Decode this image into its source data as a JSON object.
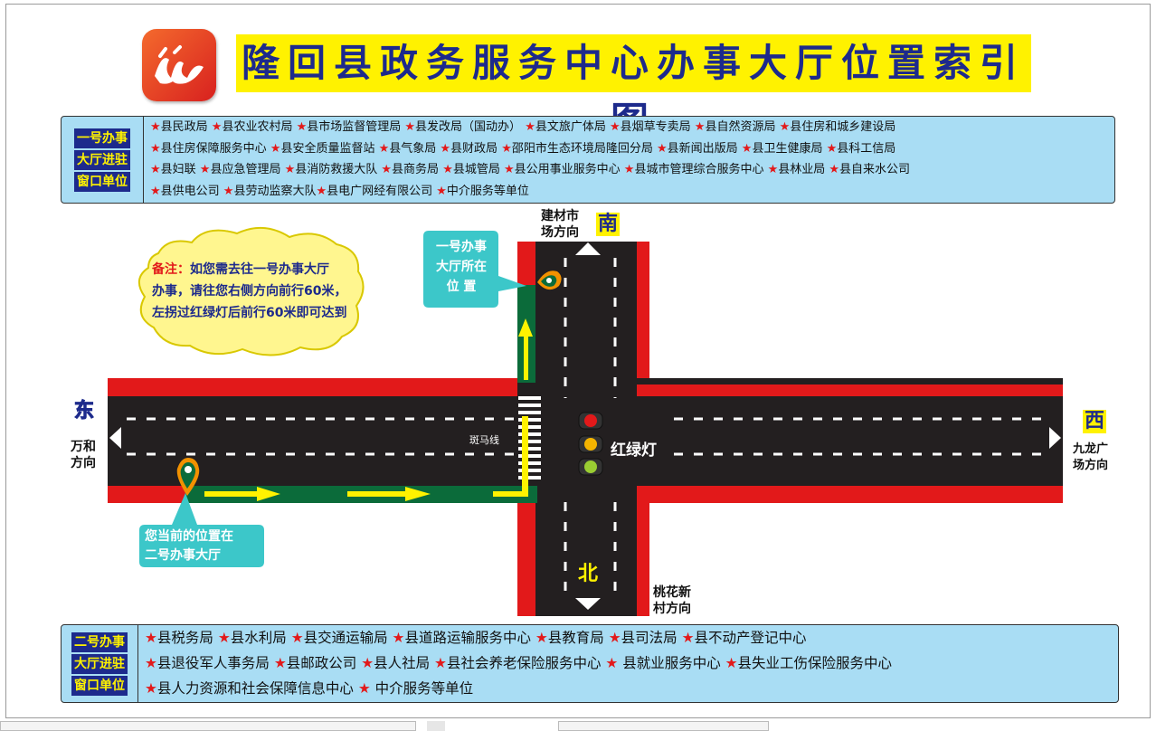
{
  "title": "隆回县政务服务中心办事大厅位置索引图",
  "panel1": {
    "label": [
      "一号办事",
      "大厅进驻",
      "窗口单位"
    ],
    "lines": [
      "★县民政局 ★县农业农村局 ★县市场监督管理局 ★县发改局（国动办） ★县文旅广体局 ★县烟草专卖局 ★县自然资源局 ★县住房和城乡建设局",
      "★县住房保障服务中心 ★县安全质量监督站 ★县气象局 ★县财政局 ★邵阳市生态环境局隆回分局 ★县新闻出版局 ★县卫生健康局 ★县科工信局",
      "★县妇联 ★县应急管理局 ★县消防救援大队 ★县商务局 ★县城管局 ★县公用事业服务中心 ★县城市管理综合服务中心 ★县林业局 ★县自来水公司",
      "★县供电公司 ★县劳动监察大队★县电广网经有限公司 ★中介服务等单位"
    ]
  },
  "panel2": {
    "label": [
      "二号办事",
      "大厅进驻",
      "窗口单位"
    ],
    "lines": [
      "★县税务局 ★县水利局 ★县交通运输局 ★县道路运输服务中心 ★县教育局 ★县司法局 ★县不动产登记中心",
      "★县退役军人事务局 ★县邮政公司 ★县人社局 ★县社会养老保险服务中心 ★ 县就业服务中心 ★县失业工伤保险服务中心",
      "★县人力资源和社会保障信息中心 ★ 中介服务等单位"
    ]
  },
  "map": {
    "south": "南",
    "north": "北",
    "east": "东",
    "west": "西",
    "south_dest": [
      "建材市",
      "场方向"
    ],
    "north_dest": [
      "桃花新",
      "村方向"
    ],
    "east_dest": [
      "万和",
      "方向"
    ],
    "west_dest": [
      "九龙广",
      "场方向"
    ],
    "zebra_label": "斑马线",
    "traffic_light_label": "红绿灯",
    "hall1_callout": [
      "一号办事",
      "大厅所在",
      "位  置"
    ],
    "current_callout": [
      "您当前的位置在",
      "二号办事大厅"
    ],
    "note_prefix": "备注：",
    "note_lines": [
      "如您需去往一号办事大厅",
      "办事，请往您右侧方向前行60米，",
      "左拐过红绿灯后前行60米即可达到"
    ]
  },
  "colors": {
    "title_bg": "#fff200",
    "title_text": "#1d2a8c",
    "panel_bg": "#a9ddf4",
    "road": "#231f20",
    "curb": "#e2191a",
    "route": "#0b6b3a",
    "arrow": "#fff200",
    "callout": "#3cc7c9",
    "cloud": "#fff68f"
  }
}
